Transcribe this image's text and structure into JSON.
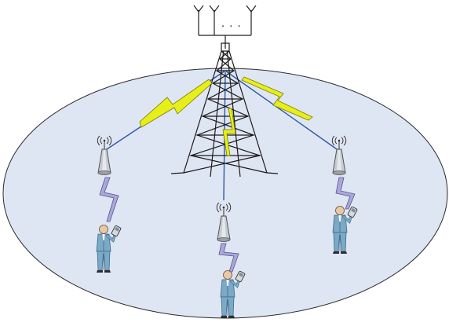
{
  "antenna_array": {
    "ellipsis": ". . ."
  },
  "colors": {
    "cell_fill": "#dfe6f3",
    "cell_stroke": "#2b2b2b",
    "tower_stroke": "#1a1a1a",
    "link_blue": "#2f57a7",
    "bolt_yellow": "#e7ef1b",
    "bolt_lavender": "#a9a7dc",
    "relay_body": "#bfc4c9",
    "user_body": "#7aaac8"
  },
  "nodes": {
    "tower": {
      "icon": "cell-tower-icon"
    },
    "relays": [
      {
        "name": "relay-left",
        "icon": "relay-antenna-icon"
      },
      {
        "name": "relay-center",
        "icon": "relay-antenna-icon"
      },
      {
        "name": "relay-right",
        "icon": "relay-antenna-icon"
      }
    ],
    "users": [
      {
        "name": "user-left",
        "icon": "person-with-phone-icon"
      },
      {
        "name": "user-center",
        "icon": "person-with-phone-icon"
      },
      {
        "name": "user-right",
        "icon": "person-with-phone-icon"
      }
    ]
  },
  "links": {
    "backhaul": "lightning-bolt-yellow",
    "access": "lightning-bolt-lavender"
  }
}
